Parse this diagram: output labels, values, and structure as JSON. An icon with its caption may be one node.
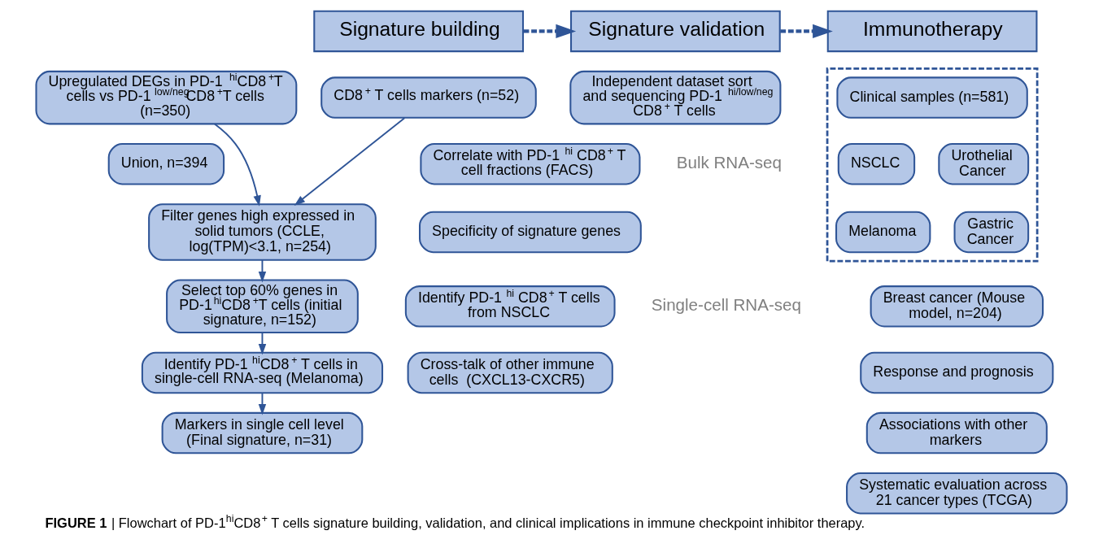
{
  "diagram": {
    "caption": "**FIGURE 1** | Flowchart of PD-1$^{hi}$CD8$^{+}$ T cells signature building, validation, and clinical implications in immune checkpoint inhibitor therapy.",
    "nodes": [
      {
        "text": [
          "Signature building"
        ]
      },
      {
        "text": [
          "Signature validation"
        ]
      },
      {
        "text": [
          "Immunotherapy"
        ]
      },
      {
        "text": [
          "Upregulated DEGs in PD-1$^{hi}$CD8$^{+}$T cells vs PD-1$^{low/neg}$CD8$^{+}$T cells (n=350)"
        ]
      },
      {
        "text": [
          "CD8$^{+}$ T cells markers (n=52)"
        ]
      },
      {
        "text": [
          "Union, n=394"
        ]
      },
      {
        "text": [
          "Filter genes high expressed in solid tumors (CCLE, log(TPM)<3.1, n=254)"
        ]
      },
      {
        "text": [
          "Select top 60% genes in PD-1$^{hi}$CD8$^{+}$T cells (initial signature, n=152)"
        ]
      },
      {
        "text": [
          "Identify PD-1$^{hi}$CD8$^{+}$ T cells in single-cell RNA-seq (Melanoma)"
        ]
      },
      {
        "text": [
          "Markers in single cell level (Final signature, n=31)"
        ]
      },
      {
        "text": [
          "Independent dataset sort and sequencing PD-1$^{hi/low/neg}$ CD8$^{+}$ T cells"
        ]
      },
      {
        "text": [
          "Correlate with PD-1$^{hi}$ CD8$^{+}$ T cell fractions (FACS)"
        ]
      },
      {
        "text": [
          "Specificity of signature genes"
        ]
      },
      {
        "text": [
          "Identify PD-1$^{hi}$ CD8$^{+}$ T cells from NSCLC"
        ]
      },
      {
        "text": [
          "Cross-talk of other immune cells  (CXCL13-CXCR5)"
        ]
      },
      {
        "text": [],
        "shape": "box"
      },
      {
        "text": [
          "Clinical samples (n=581)"
        ],
        "in": 15
      },
      {
        "text": [
          "NSCLC"
        ],
        "in": 15
      },
      {
        "text": [
          "Urothelial Cancer"
        ],
        "in": 15
      },
      {
        "text": [
          "Melanoma"
        ],
        "in": 15
      },
      {
        "text": [
          "Gastric Cancer"
        ],
        "in": 15
      },
      {
        "text": [
          "Breast cancer (Mouse model, n=204)"
        ]
      },
      {
        "text": [
          "Response and prognosis"
        ]
      },
      {
        "text": [
          "Associations with other markers"
        ]
      },
      {
        "text": [
          "Systematic evaluation across 21 cancer types (TCGA)"
        ]
      }
    ],
    "edges": [
      {
        "from": 0,
        "to": 1,
        "arrow": "to",
        "style": "dashed"
      },
      {
        "from": 1,
        "to": 2,
        "arrow": "to",
        "style": "dashed"
      },
      {
        "from": 3,
        "to": 6,
        "arrow": "to"
      },
      {
        "from": 4,
        "to": 6,
        "arrow": "to"
      },
      {
        "from": 6,
        "to": 7,
        "arrow": "to"
      },
      {
        "from": 7,
        "to": 8,
        "arrow": "to"
      },
      {
        "from": 8,
        "to": 9,
        "arrow": "to"
      }
    ],
    "labels": [
      "Bulk RNA-seq",
      "Single-cell RNA-seq"
    ]
  }
}
